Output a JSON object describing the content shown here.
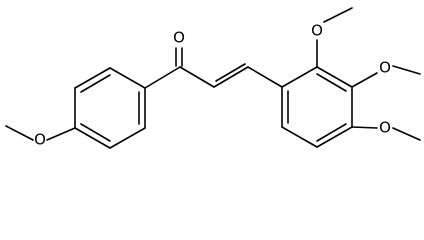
{
  "molecule": {
    "atoms": {
      "carbonyl_oxygen": "O",
      "methoxy_para_oxygen": "O",
      "methoxy_2_oxygen": "O",
      "methoxy_3_oxygen": "O",
      "methoxy_4_oxygen": "O"
    }
  }
}
